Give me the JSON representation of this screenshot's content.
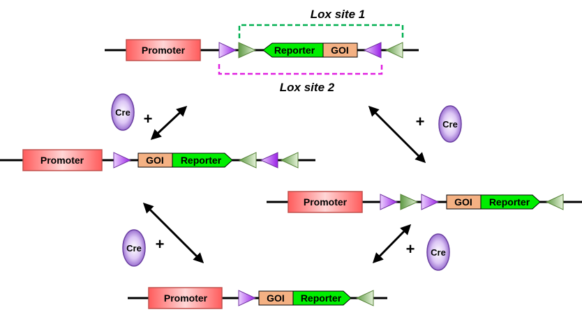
{
  "labels": {
    "promoter": "Promoter",
    "reporter": "Reporter",
    "goi": "GOI",
    "cre": "Cre",
    "plus": "+",
    "lox_site_1": "Lox site 1",
    "lox_site_2": "Lox site 2"
  },
  "colors": {
    "promoter_fill": "#ff6b6b",
    "reporter_fill": "#00ee00",
    "goi_fill": "#f4b183",
    "lox1_fill": "#a9d18e",
    "lox2_fill": "#a020f0",
    "cre_fill": "#b39ddb",
    "lox_site_1_bracket": "#00b050",
    "lox_site_2_bracket": "#e020e0"
  }
}
